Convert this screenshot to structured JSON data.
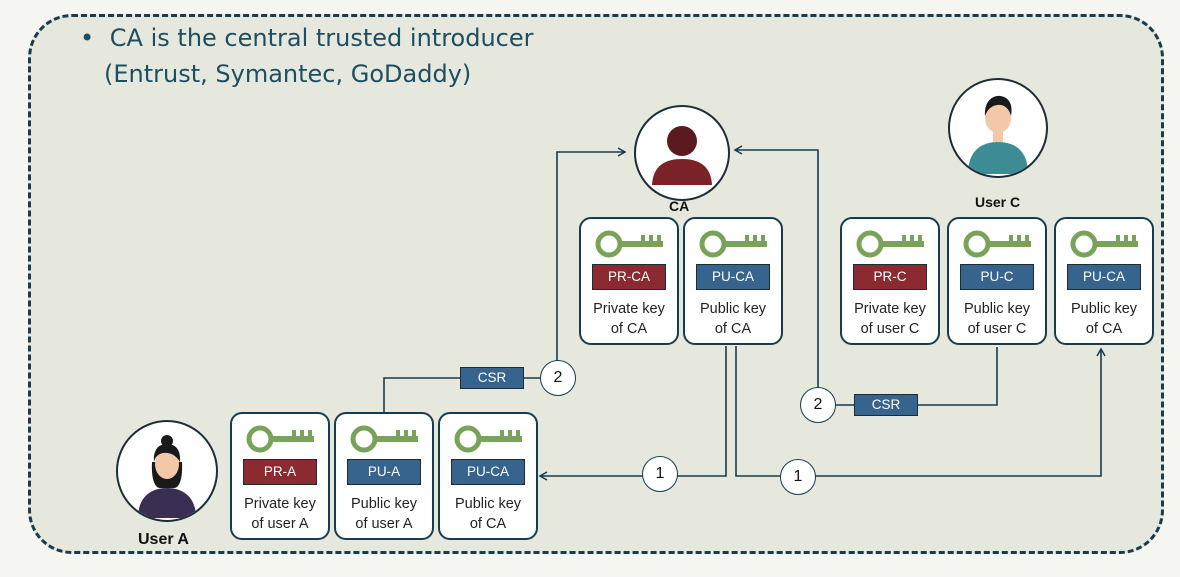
{
  "bullet": {
    "symbol": "•",
    "line1": "CA is the central trusted introducer",
    "line2": "(Entrust, Symantec, GoDaddy)"
  },
  "people": {
    "ca": {
      "label": "CA",
      "icon": "person-dark-red-icon"
    },
    "user_a": {
      "label": "User A",
      "icon": "person-woman-icon"
    },
    "user_c": {
      "label": "User C",
      "icon": "person-teal-icon"
    }
  },
  "ca_keys": [
    {
      "tag": "PR-CA",
      "kind": "private",
      "caption1": "Private key",
      "caption2": "of CA"
    },
    {
      "tag": "PU-CA",
      "kind": "public",
      "caption1": "Public key",
      "caption2": "of CA"
    }
  ],
  "user_a_keys": [
    {
      "tag": "PR-A",
      "kind": "private",
      "caption1": "Private key",
      "caption2": "of user A"
    },
    {
      "tag": "PU-A",
      "kind": "public",
      "caption1": "Public key",
      "caption2": "of user A"
    },
    {
      "tag": "PU-CA",
      "kind": "public",
      "caption1": "Public key",
      "caption2": "of CA"
    }
  ],
  "user_c_keys": [
    {
      "tag": "PR-C",
      "kind": "private",
      "caption1": "Private key",
      "caption2": "of user C"
    },
    {
      "tag": "PU-C",
      "kind": "public",
      "caption1": "Public key",
      "caption2": "of user C"
    },
    {
      "tag": "PU-CA",
      "kind": "public",
      "caption1": "Public key",
      "caption2": "of CA"
    }
  ],
  "flows": {
    "csr_a": "CSR",
    "csr_c": "CSR",
    "step_csr_a": "2",
    "step_csr_c": "2",
    "step_ca_to_a": "1",
    "step_ca_to_c": "1"
  },
  "colors": {
    "frame_fill": "#e6e7dd",
    "frame_border": "#163c4d",
    "private_key_tag": "#8c2a31",
    "public_key_tag": "#36648c",
    "key_icon": "#7aa35a",
    "heading_text": "#1d4f63"
  }
}
